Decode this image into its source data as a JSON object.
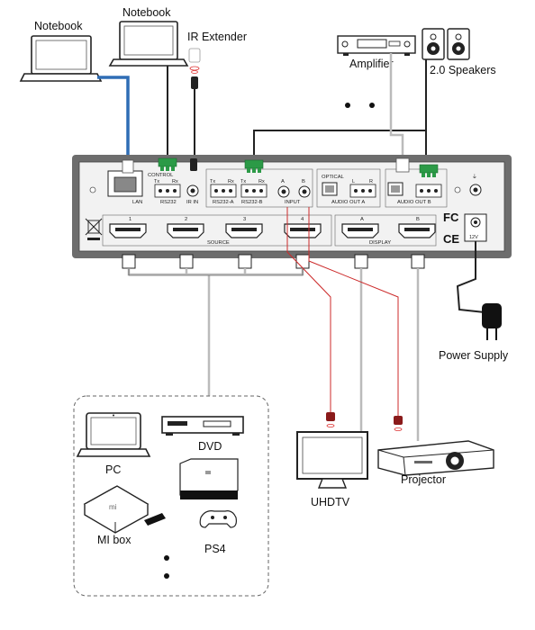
{
  "top_labels": {
    "notebook_left": "Notebook",
    "notebook_right": "Notebook",
    "ir_extender": "IR Extender",
    "amplifier": "Amplifier",
    "speakers": "2.0 Speakers"
  },
  "device_panel": {
    "lan": "LAN",
    "control": "CONTROL",
    "rs232": "RS232",
    "ir_in": "IR IN",
    "rs232_a": "RS232-A",
    "rs232_b": "RS232-B",
    "input": "INPUT",
    "in_a": "A",
    "in_b": "B",
    "optical": "OPTICAL",
    "audio_out_a": "AUDIO OUT A",
    "audio_out_b": "AUDIO OUT B",
    "source": "SOURCE",
    "display": "DISPLAY",
    "src_1": "1",
    "src_2": "2",
    "src_3": "3",
    "src_4": "4",
    "disp_a": "A",
    "disp_b": "B",
    "tx": "Tx",
    "rx": "Rx",
    "l": "L",
    "r": "R",
    "fc": "FC",
    "ce": "CE",
    "dc": "12V"
  },
  "right_labels": {
    "power_supply": "Power Supply",
    "uhdtv": "UHDTV",
    "projector": "Projector"
  },
  "sources": {
    "pc": "PC",
    "dvd": "DVD",
    "mi_box": "MI box",
    "ps4": "PS4"
  },
  "colors": {
    "lan_cable": "#2f6db5",
    "connector_green": "#2c9a47",
    "panel_dark": "#6d6d6d",
    "panel_light": "#f2f2f2",
    "ir_red": "#cc2a2a"
  }
}
